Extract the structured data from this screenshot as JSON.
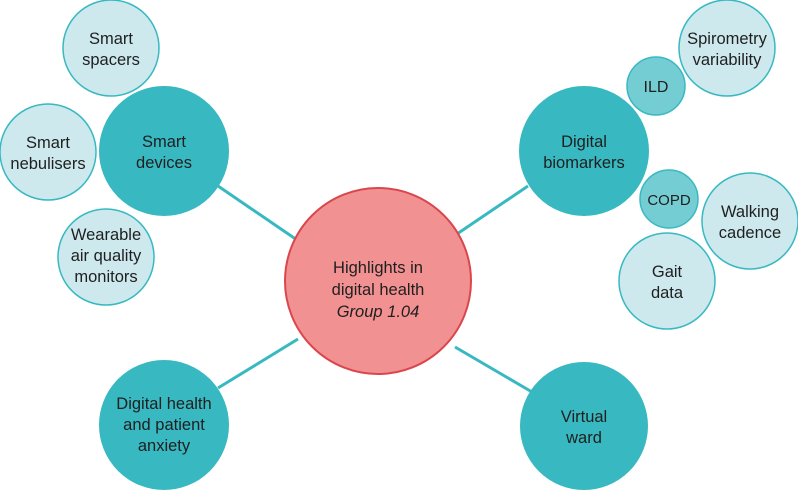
{
  "colors": {
    "center_fill": "#f29191",
    "center_stroke": "#d9474d",
    "main_fill": "#38b9c1",
    "main_stroke": "#38b9c1",
    "small_fill": "#cde9ee",
    "small_stroke": "#38b9c1",
    "tiny_fill": "#74cdd2",
    "tiny_stroke": "#38b9c1",
    "connector": "#38b9c1",
    "text": "#1f1f1f"
  },
  "center": {
    "line1": "Highlights in",
    "line2": "digital health",
    "line3": "Group 1.04"
  },
  "main_nodes": {
    "smart_devices": {
      "line1": "Smart",
      "line2": "devices"
    },
    "digital_biomarkers": {
      "line1": "Digital",
      "line2": "biomarkers"
    },
    "digital_health_anxiety": {
      "line1": "Digital health",
      "line2": "and patient",
      "line3": "anxiety"
    },
    "virtual_ward": {
      "line1": "Virtual",
      "line2": "ward"
    }
  },
  "sub_nodes": {
    "smart_spacers": {
      "line1": "Smart",
      "line2": "spacers"
    },
    "smart_nebulisers": {
      "line1": "Smart",
      "line2": "nebulisers"
    },
    "wearable_monitors": {
      "line1": "Wearable",
      "line2": "air quality",
      "line3": "monitors"
    },
    "spirometry": {
      "line1": "Spirometry",
      "line2": "variability"
    },
    "ild": {
      "line1": "ILD"
    },
    "copd": {
      "line1": "COPD"
    },
    "walking_cadence": {
      "line1": "Walking",
      "line2": "cadence"
    },
    "gait_data": {
      "line1": "Gait",
      "line2": "data"
    }
  }
}
